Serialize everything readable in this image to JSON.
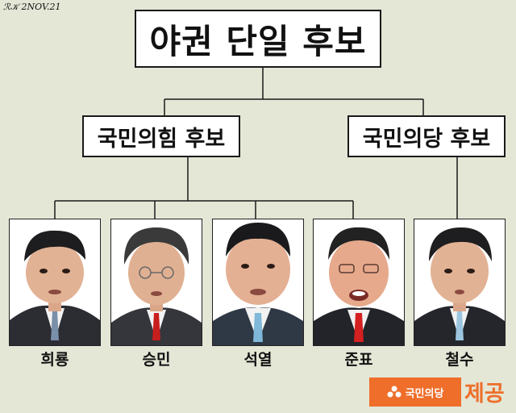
{
  "signature": "2NOV.21",
  "chart": {
    "root": "야권 단일 후보",
    "left_branch": "국민의힘 후보",
    "right_branch": "국민의당 후보"
  },
  "candidates": [
    {
      "name": "희룡",
      "tie_color": "#7a8fa8"
    },
    {
      "name": "승민",
      "tie_color": "#c81e1e"
    },
    {
      "name": "석열",
      "tie_color": "#7fb8d8"
    },
    {
      "name": "준표",
      "tie_color": "#d42020"
    },
    {
      "name": "철수",
      "tie_color": "#9cc6e0"
    }
  ],
  "credit": {
    "badge": "국민의당",
    "text": "제공",
    "color": "#ee6e2a"
  }
}
